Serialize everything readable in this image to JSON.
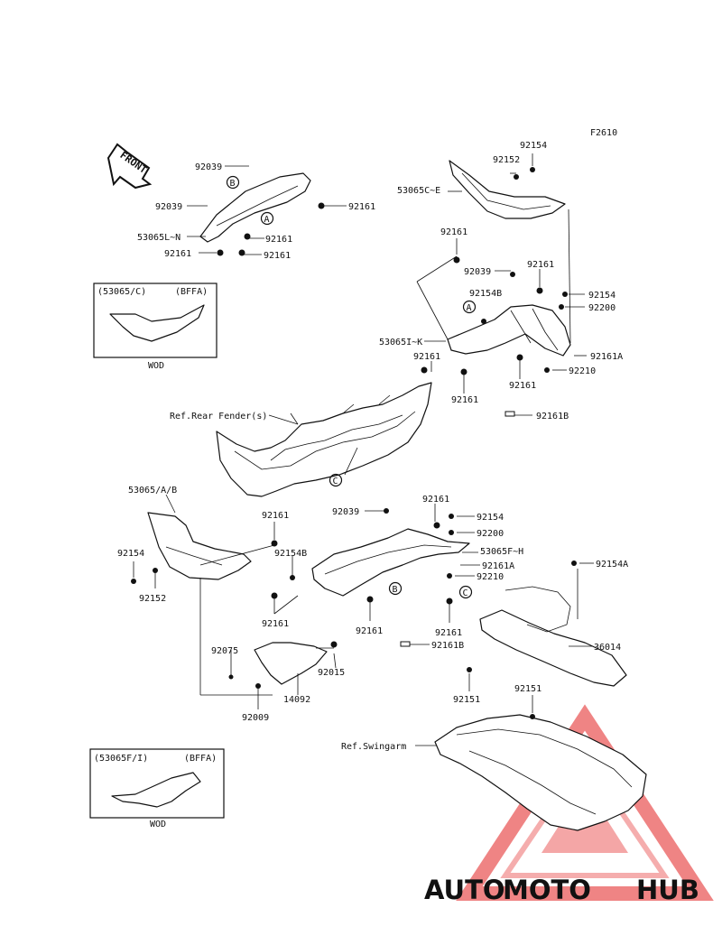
{
  "figure_code": "F2610",
  "front_label": "FRONT",
  "labels": {
    "l_92154_top": "92154",
    "l_92152_top": "92152",
    "l_53065CE": "53065C~E",
    "l_92039_a": "92039",
    "l_92039_b": "92039",
    "l_53065LN": "53065L~N",
    "l_92161_a": "92161",
    "l_92161_b": "92161",
    "l_92161_c": "92161",
    "l_92161_d": "92161",
    "l_92161_e": "92161",
    "l_92039_c": "92039",
    "l_92161_f": "92161",
    "l_92154B_a": "92154B",
    "l_92154_b": "92154",
    "l_92200_a": "92200",
    "l_53065IK": "53065I~K",
    "l_92161A_a": "92161A",
    "l_92161_g": "92161",
    "l_92210_a": "92210",
    "l_92161_h": "92161",
    "l_92161_i": "92161",
    "l_92161B_a": "92161B",
    "l_ref_rear": "Ref.Rear Fender(s)",
    "l_53065AB": "53065/A/B",
    "l_92161_j": "92161",
    "l_92039_d": "92039",
    "l_92161_k": "92161",
    "l_92154_c": "92154",
    "l_92200_b": "92200",
    "l_53065FH": "53065F~H",
    "l_92154_d": "92154",
    "l_92154B_b": "92154B",
    "l_92161A_b": "92161A",
    "l_92210_b": "92210",
    "l_92152_b": "92152",
    "l_92161_l": "92161",
    "l_92154A": "92154A",
    "l_92161_m": "92161",
    "l_92161_n": "92161",
    "l_92161B_b": "92161B",
    "l_36014": "36014",
    "l_92075": "92075",
    "l_92015": "92015",
    "l_14092": "14092",
    "l_92009": "92009",
    "l_92151_a": "92151",
    "l_92151_b": "92151",
    "l_ref_swing": "Ref.Swingarm"
  },
  "callouts": {
    "A": "A",
    "B": "B",
    "C": "C"
  },
  "insets": {
    "top": {
      "code": "(53065/C)",
      "color": "(BFFA)",
      "caption": "WOD"
    },
    "bottom": {
      "code": "(53065F/I)",
      "color": "(BFFA)",
      "caption": "WOD"
    }
  },
  "watermark": {
    "part1": "AUTO",
    "part2": "MOTO",
    "part3": "HUB",
    "colors": {
      "orange": "#f2b134",
      "red": "#e84040",
      "gray": "#8c8c8c"
    }
  }
}
